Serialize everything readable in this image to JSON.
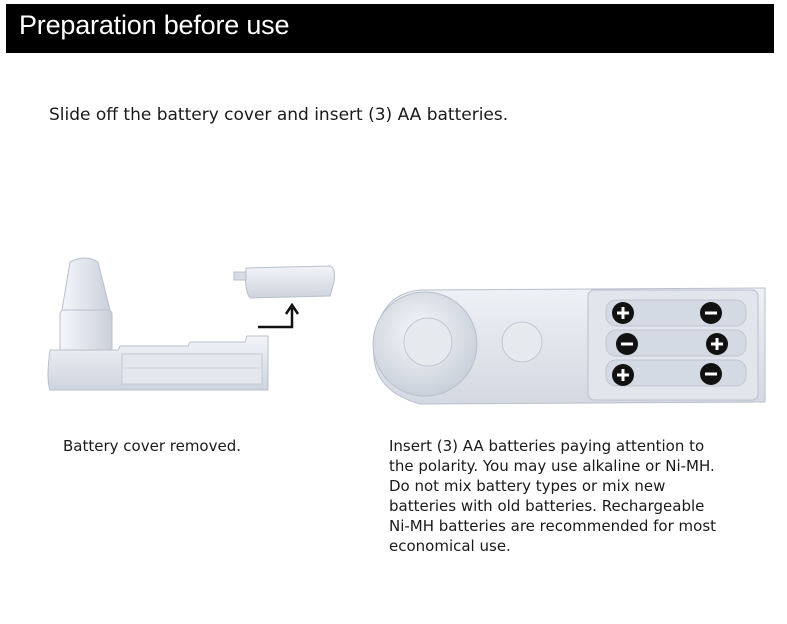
{
  "header": {
    "title": "Preparation before use"
  },
  "instruction": "Slide off the battery cover and insert (3) AA batteries.",
  "figures": {
    "left_caption": "Battery cover removed.",
    "right_caption_lines": [
      "Insert (3) AA batteries paying attention to",
      "the polarity.  You may use alkaline or Ni-MH.",
      "Do not mix battery types or mix new",
      "batteries with old batteries. Rechargeable",
      "Ni-MH batteries are recommended for most",
      "economical use."
    ]
  },
  "colors": {
    "title_bar": "#000000",
    "title_text": "#ffffff",
    "device": "#e9edf3"
  },
  "icons": [
    "arrow-up-icon",
    "plus-icon",
    "minus-icon"
  ]
}
